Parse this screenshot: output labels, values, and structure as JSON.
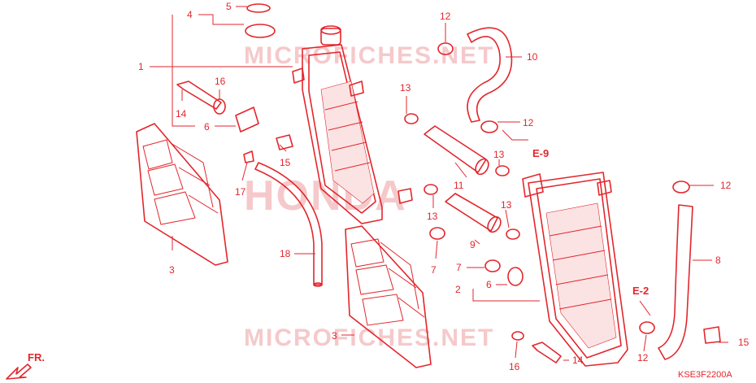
{
  "callouts": {
    "c1": "1",
    "c2a": "2",
    "c3a": "3",
    "c3b": "3",
    "c4": "4",
    "c5": "5",
    "c6a": "6",
    "c6b": "6",
    "c7a": "7",
    "c7b": "7",
    "c8": "8",
    "c9": "9",
    "c10": "10",
    "c11": "11",
    "c12a": "12",
    "c12b": "12",
    "c12c": "12",
    "c12d": "12",
    "c13a": "13",
    "c13b": "13",
    "c13c": "13",
    "c13d": "13",
    "c14a": "14",
    "c14b": "14",
    "c15a": "15",
    "c15b": "15",
    "c16a": "16",
    "c16b": "16",
    "c17": "17",
    "c18": "18"
  },
  "refs": {
    "e9": "E-9",
    "e2": "E-2"
  },
  "front_marker": "FR.",
  "diagram_code": "KSE3F2200A",
  "watermarks": {
    "top": "MICROFICHES.NET",
    "middle": "HONDA",
    "bottom": "MICROFICHES.NET"
  },
  "colors": {
    "line": "#e3262c",
    "watermark": "#f5c9cb"
  }
}
